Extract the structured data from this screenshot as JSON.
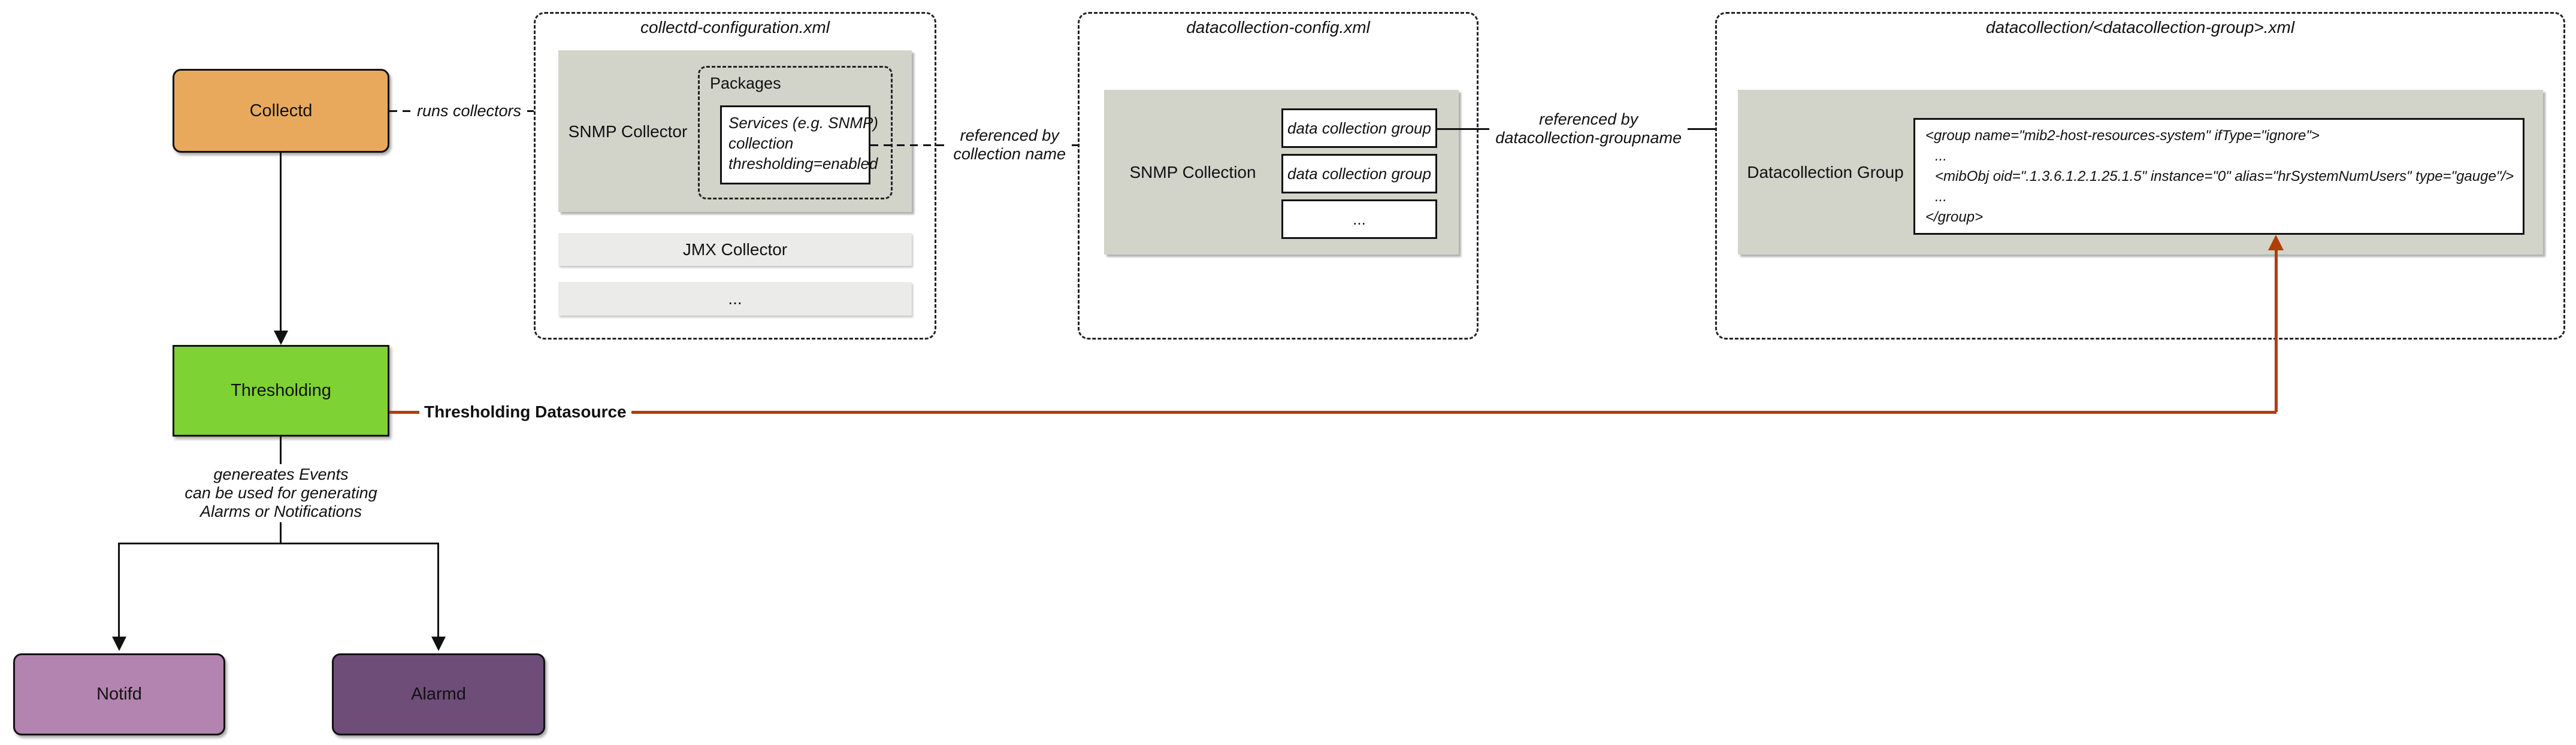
{
  "palette": {
    "collectd_fill": "#E9A95C",
    "thresholding_fill": "#7ED234",
    "notifd_fill": "#B384AF",
    "alarmd_fill": "#6E4D78",
    "gray_panel": "#D2D4CA",
    "light_bar": "#EBEBE9",
    "red_line": "#B23D08",
    "line_black": "#111111"
  },
  "nodes": {
    "collectd": {
      "label": "Collectd"
    },
    "thresholding": {
      "label": "Thresholding"
    },
    "notifd": {
      "label": "Notifd"
    },
    "alarmd": {
      "label": "Alarmd"
    }
  },
  "containers": {
    "collectd_config": {
      "title": "collectd-configuration.xml",
      "snmp_collector": {
        "label": "SNMP Collector"
      },
      "packages": {
        "label": "Packages"
      },
      "services": {
        "lines": [
          "Services (e.g. SNMP)",
          "collection",
          "thresholding=enabled"
        ]
      },
      "jmx_collector": {
        "label": "JMX Collector"
      },
      "more": {
        "label": "..."
      }
    },
    "datacollection_config": {
      "title": "datacollection-config.xml",
      "snmp_collection": {
        "label": "SNMP Collection"
      },
      "groups": [
        "data collection group",
        "data collection group",
        "..."
      ]
    },
    "datacollection_group_file": {
      "title": "datacollection/<datacollection-group>.xml",
      "group_box": {
        "label": "Datacollection Group"
      },
      "xml": {
        "lines": [
          "<group name=\"mib2-host-resources-system\" ifType=\"ignore\">",
          "...",
          "<mibObj oid=\".1.3.6.1.2.1.25.1.5\" instance=\"0\" alias=\"hrSystemNumUsers\" type=\"gauge\"/>",
          "...",
          "</group>"
        ]
      }
    }
  },
  "connectors": {
    "runs_collectors": {
      "label": "runs collectors"
    },
    "ref_collection": {
      "line1": "referenced by",
      "line2": "collection name"
    },
    "ref_groupname": {
      "line1": "referenced by",
      "line2": "datacollection-groupname"
    },
    "thresholding_datasource": {
      "label": "Thresholding Datasource"
    },
    "generates_events": {
      "lines": [
        "genereates Events",
        "can be used for generating",
        "Alarms or Notifications"
      ]
    }
  }
}
